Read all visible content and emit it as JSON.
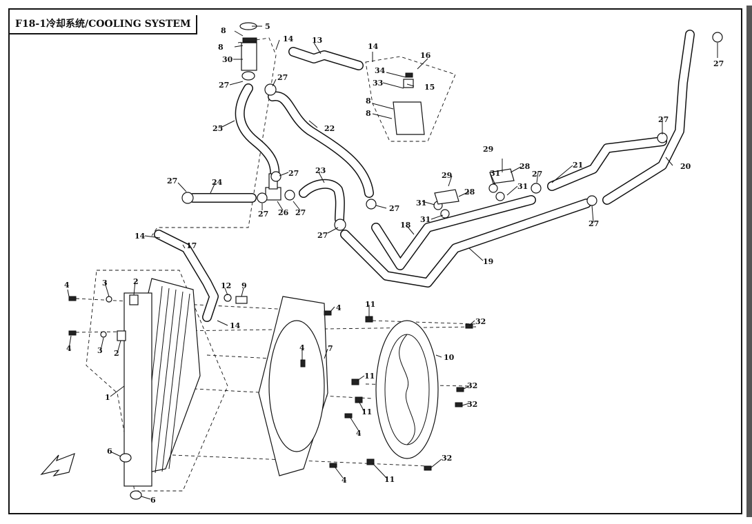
{
  "diagram": {
    "title": "F18-1冷却系统/COOLING SYSTEM",
    "callouts": [
      {
        "id": "c5",
        "text": "5"
      },
      {
        "id": "c8a",
        "text": "8"
      },
      {
        "id": "c8b",
        "text": "8"
      },
      {
        "id": "c30",
        "text": "30"
      },
      {
        "id": "c27a",
        "text": "27"
      },
      {
        "id": "c14a",
        "text": "14"
      },
      {
        "id": "c13",
        "text": "13"
      },
      {
        "id": "c14b",
        "text": "14"
      },
      {
        "id": "c16",
        "text": "16"
      },
      {
        "id": "c34",
        "text": "34"
      },
      {
        "id": "c15",
        "text": "15"
      },
      {
        "id": "c33",
        "text": "33"
      },
      {
        "id": "c8c",
        "text": "8"
      },
      {
        "id": "c8d",
        "text": "8"
      },
      {
        "id": "c27b",
        "text": "27"
      },
      {
        "id": "c25",
        "text": "25"
      },
      {
        "id": "c22",
        "text": "22"
      },
      {
        "id": "c27c",
        "text": "27"
      },
      {
        "id": "c27d",
        "text": "27"
      },
      {
        "id": "c24",
        "text": "24"
      },
      {
        "id": "c27e",
        "text": "27"
      },
      {
        "id": "c26",
        "text": "26"
      },
      {
        "id": "c27f",
        "text": "27"
      },
      {
        "id": "c23",
        "text": "23"
      },
      {
        "id": "c27g",
        "text": "27"
      },
      {
        "id": "c27h",
        "text": "27"
      },
      {
        "id": "c29a",
        "text": "29"
      },
      {
        "id": "c28a",
        "text": "28"
      },
      {
        "id": "c31a",
        "text": "31"
      },
      {
        "id": "c29b",
        "text": "29"
      },
      {
        "id": "c28b",
        "text": "28"
      },
      {
        "id": "c31b",
        "text": "31"
      },
      {
        "id": "c31c",
        "text": "31"
      },
      {
        "id": "c31d",
        "text": "31"
      },
      {
        "id": "c27i",
        "text": "27"
      },
      {
        "id": "c21",
        "text": "21"
      },
      {
        "id": "c27j",
        "text": "27"
      },
      {
        "id": "c20",
        "text": "20"
      },
      {
        "id": "c27k",
        "text": "27"
      },
      {
        "id": "c18",
        "text": "18"
      },
      {
        "id": "c27l",
        "text": "27"
      },
      {
        "id": "c19",
        "text": "19"
      },
      {
        "id": "c14c",
        "text": "14"
      },
      {
        "id": "c17",
        "text": "17"
      },
      {
        "id": "c4a",
        "text": "4"
      },
      {
        "id": "c3a",
        "text": "3"
      },
      {
        "id": "c2a",
        "text": "2"
      },
      {
        "id": "c12",
        "text": "12"
      },
      {
        "id": "c9",
        "text": "9"
      },
      {
        "id": "c4b",
        "text": "4"
      },
      {
        "id": "c11a",
        "text": "11"
      },
      {
        "id": "c32a",
        "text": "32"
      },
      {
        "id": "c14d",
        "text": "14"
      },
      {
        "id": "c4c",
        "text": "4"
      },
      {
        "id": "c3b",
        "text": "3"
      },
      {
        "id": "c2b",
        "text": "2"
      },
      {
        "id": "c4d",
        "text": "4"
      },
      {
        "id": "c7",
        "text": "7"
      },
      {
        "id": "c10",
        "text": "10"
      },
      {
        "id": "c1",
        "text": "1"
      },
      {
        "id": "c11b",
        "text": "11"
      },
      {
        "id": "c32b",
        "text": "32"
      },
      {
        "id": "c11c",
        "text": "11"
      },
      {
        "id": "c32c",
        "text": "32"
      },
      {
        "id": "c4e",
        "text": "4"
      },
      {
        "id": "c6a",
        "text": "6"
      },
      {
        "id": "c4f",
        "text": "4"
      },
      {
        "id": "c11d",
        "text": "11"
      },
      {
        "id": "c32d",
        "text": "32"
      },
      {
        "id": "c6b",
        "text": "6"
      }
    ]
  }
}
